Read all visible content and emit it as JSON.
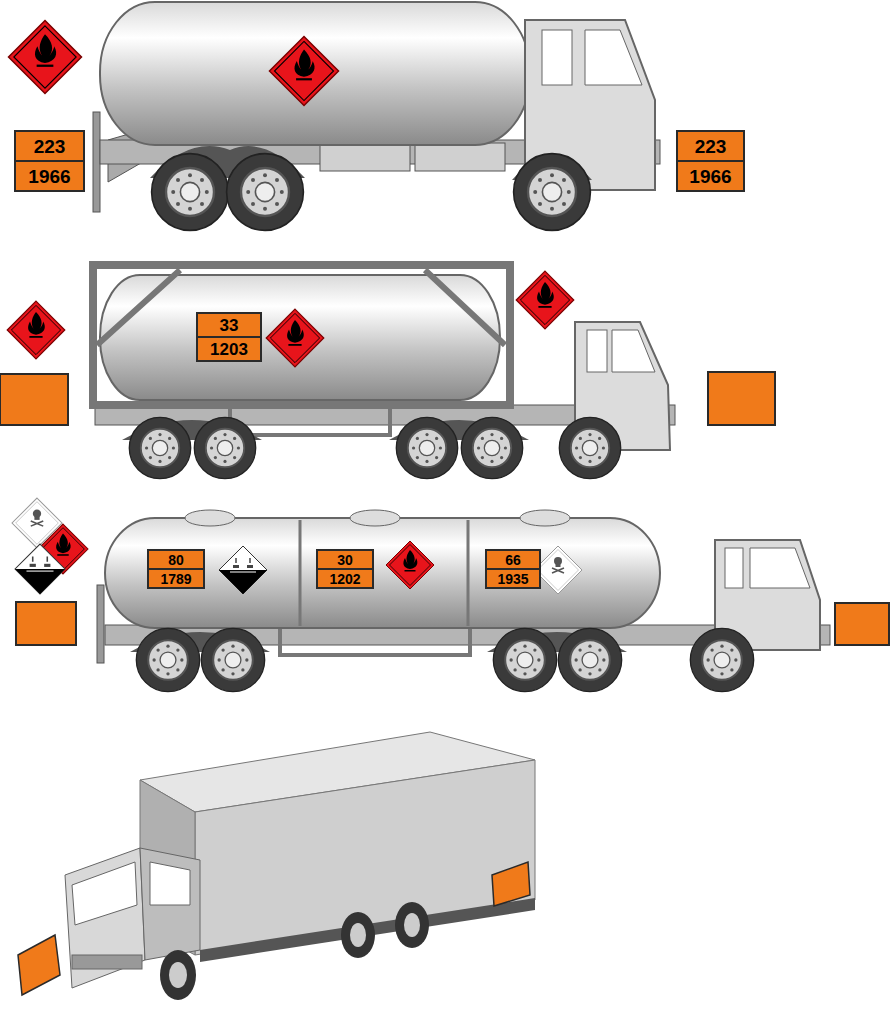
{
  "diagram": {
    "nodes": [
      {
        "text": [
          "223",
          "1966"
        ]
      },
      {
        "text": [
          "223",
          "1966"
        ]
      },
      {
        "text": [
          "33",
          "1203"
        ]
      },
      {
        "text": [
          "80",
          "1789"
        ]
      },
      {
        "text": [
          "30",
          "1202"
        ]
      },
      {
        "text": [
          "66",
          "1935"
        ]
      }
    ]
  }
}
